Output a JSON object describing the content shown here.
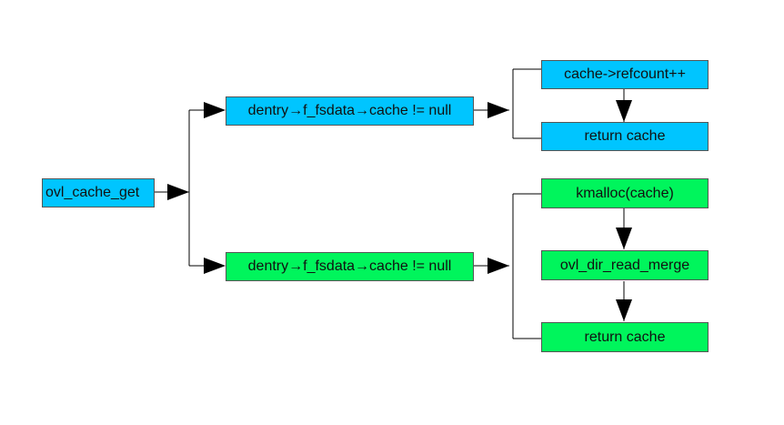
{
  "colors": {
    "blue": "#00c5ff",
    "green": "#00f55c",
    "line": "#000000",
    "border": "#555555"
  },
  "nodes": {
    "root": {
      "label": "ovl_cache_get",
      "color": "blue"
    },
    "cond_hit": {
      "label": "dentry→f_fsdata→cache != null",
      "color": "blue"
    },
    "refcount": {
      "label": "cache->refcount++",
      "color": "blue"
    },
    "return_hit": {
      "label": "return cache",
      "color": "blue"
    },
    "cond_miss": {
      "label": "dentry→f_fsdata→cache != null",
      "color": "green"
    },
    "kmalloc": {
      "label": "kmalloc(cache)",
      "color": "green"
    },
    "merge": {
      "label": "ovl_dir_read_merge",
      "color": "green"
    },
    "return_miss": {
      "label": "return cache",
      "color": "green"
    }
  }
}
